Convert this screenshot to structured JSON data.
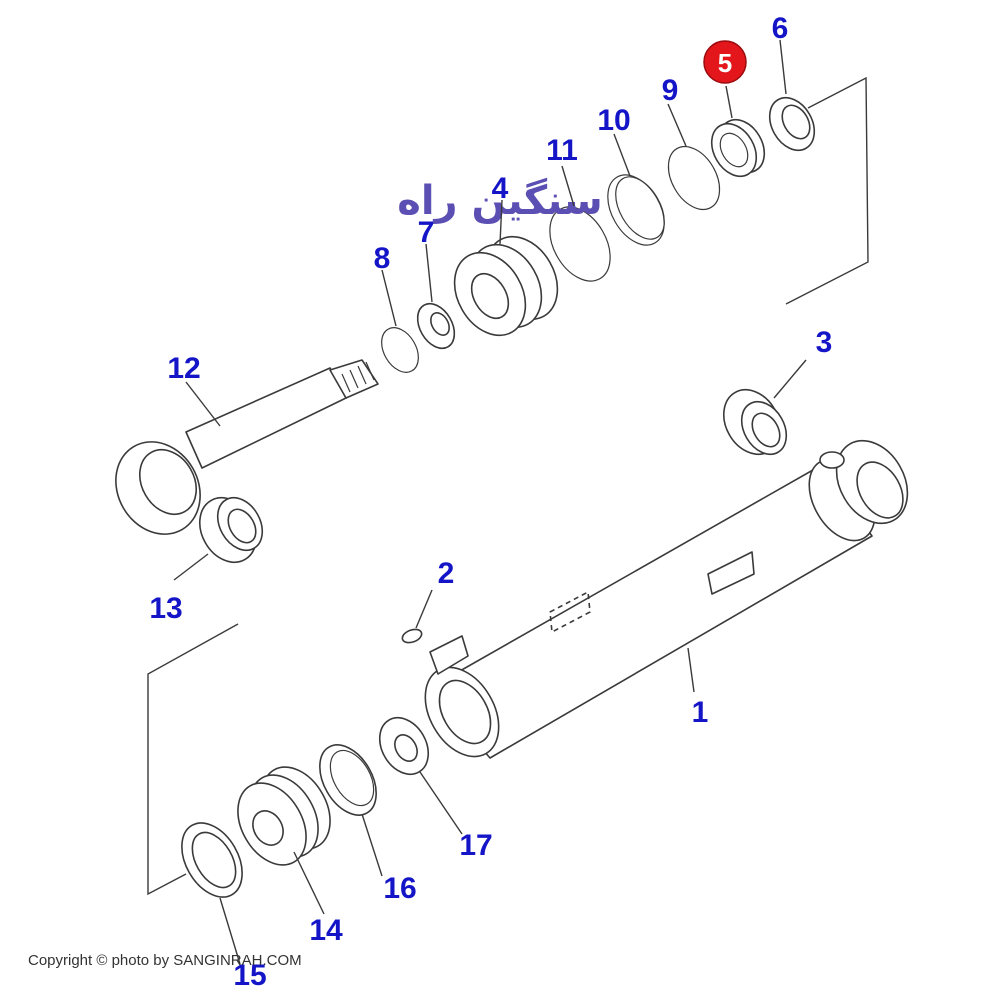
{
  "watermark": {
    "text": "سنگین راه",
    "color": "#5b4fb3"
  },
  "copyright": "Copyright © photo by SANGINRAH.COM",
  "colors": {
    "label": "#1515c8",
    "highlight": "#e3161b",
    "line": "#3a3a3a"
  },
  "highlighted_part": "5",
  "part_labels": {
    "p1": "1",
    "p2": "2",
    "p3": "3",
    "p4": "4",
    "p5": "5",
    "p6": "6",
    "p7": "7",
    "p8": "8",
    "p9": "9",
    "p10": "10",
    "p11": "11",
    "p12": "12",
    "p13": "13",
    "p14": "14",
    "p15": "15",
    "p16": "16",
    "p17": "17"
  }
}
